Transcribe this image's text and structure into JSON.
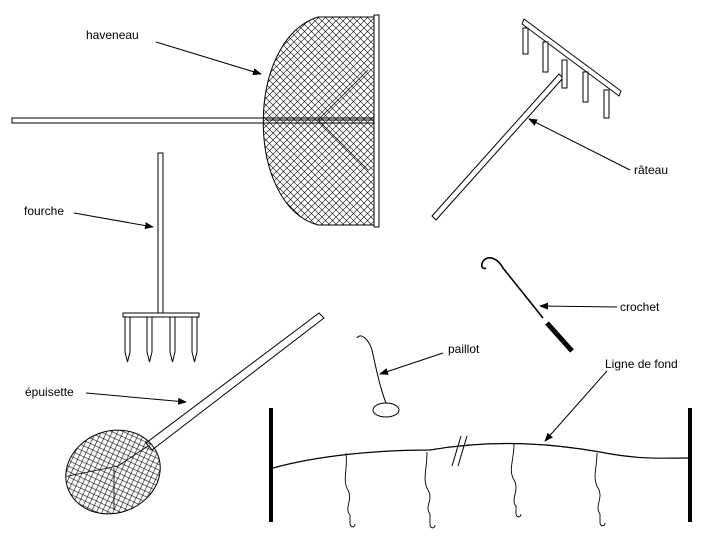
{
  "labels": {
    "haveneau": "haveneau",
    "rateau": "râteau",
    "fourche": "fourche",
    "crochet": "crochet",
    "paillot": "paillot",
    "epuisette": "épuisette",
    "ligne_de_fond": "Ligne de fond"
  },
  "colors": {
    "stroke": "#000000",
    "background": "#ffffff"
  }
}
